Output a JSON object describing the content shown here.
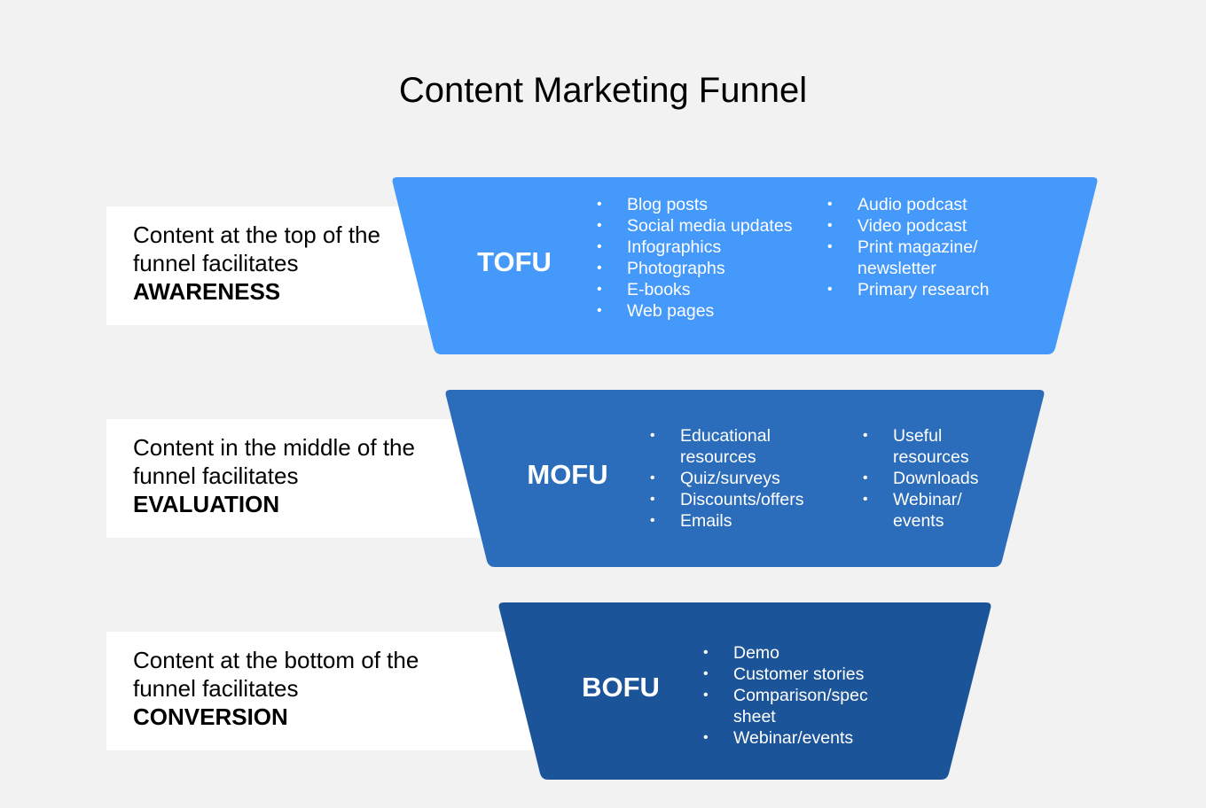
{
  "title": "Content Marketing Funnel",
  "colors": {
    "tofu": "#4499fb",
    "mofu": "#2b6cbb",
    "bofu": "#1c5499",
    "background": "#f2f2f2"
  },
  "stages": [
    {
      "label": "TOFU",
      "description": "Content at the top of the funnel facilitates",
      "goal": "AWARENESS",
      "columns": [
        [
          "Blog posts",
          "Social media updates",
          "Infographics",
          "Photographs",
          "E-books",
          "Web pages"
        ],
        [
          "Audio podcast",
          "Video podcast",
          "Print magazine/ newsletter",
          "Primary research"
        ]
      ]
    },
    {
      "label": "MOFU",
      "description": "Content in the middle of the funnel facilitates",
      "goal": "EVALUATION",
      "columns": [
        [
          "Educational resources",
          "Quiz/surveys",
          "Discounts/offers",
          "Emails"
        ],
        [
          "Useful resources",
          "Downloads",
          "Webinar/ events"
        ]
      ]
    },
    {
      "label": "BOFU",
      "description": "Content at the bottom of the funnel facilitates",
      "goal": "CONVERSION",
      "columns": [
        [
          "Demo",
          "Customer stories",
          "Comparison/spec sheet",
          "Webinar/events"
        ]
      ]
    }
  ]
}
